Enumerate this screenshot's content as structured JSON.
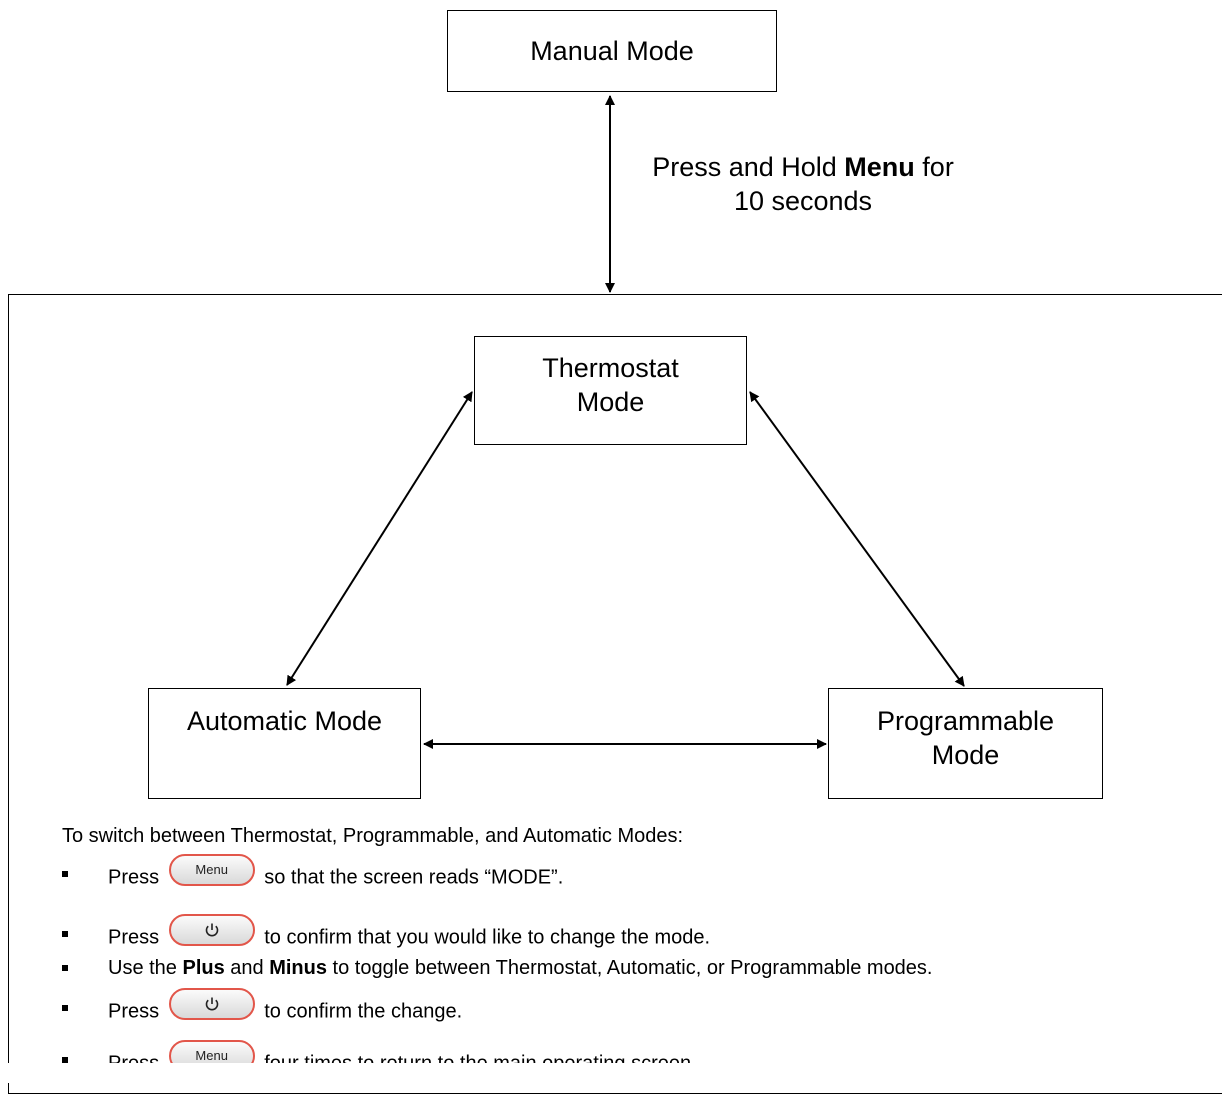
{
  "diagram": {
    "manual_mode": "Manual Mode",
    "transition": {
      "prefix": "Press and Hold ",
      "key": "Menu",
      "suffix": " for",
      "line2": "10 seconds"
    },
    "thermostat_mode": {
      "line1": "Thermostat",
      "line2": "Mode"
    },
    "automatic_mode": "Automatic Mode",
    "programmable_mode": {
      "line1": "Programmable",
      "line2": "Mode"
    }
  },
  "instructions": {
    "intro": "To switch between Thermostat, Programmable, and Automatic Modes:",
    "menu_button_label": "Menu",
    "steps": [
      {
        "pre": "Press",
        "button": "menu",
        "post": "so that the screen reads “MODE”."
      },
      {
        "pre": "Press",
        "button": "power",
        "post": "to confirm that you would like to change the mode."
      },
      {
        "pre": "Use the ",
        "bold1": "Plus",
        "mid": " and ",
        "bold2": "Minus",
        "post": " to toggle between Thermostat, Automatic, or Programmable modes."
      },
      {
        "pre": "Press",
        "button": "power",
        "post": "to confirm the change."
      },
      {
        "pre": "Press",
        "button": "menu",
        "post": "four times to return to the main operating screen."
      }
    ]
  },
  "colors": {
    "button_border": "#e2564a",
    "line": "#000000"
  }
}
